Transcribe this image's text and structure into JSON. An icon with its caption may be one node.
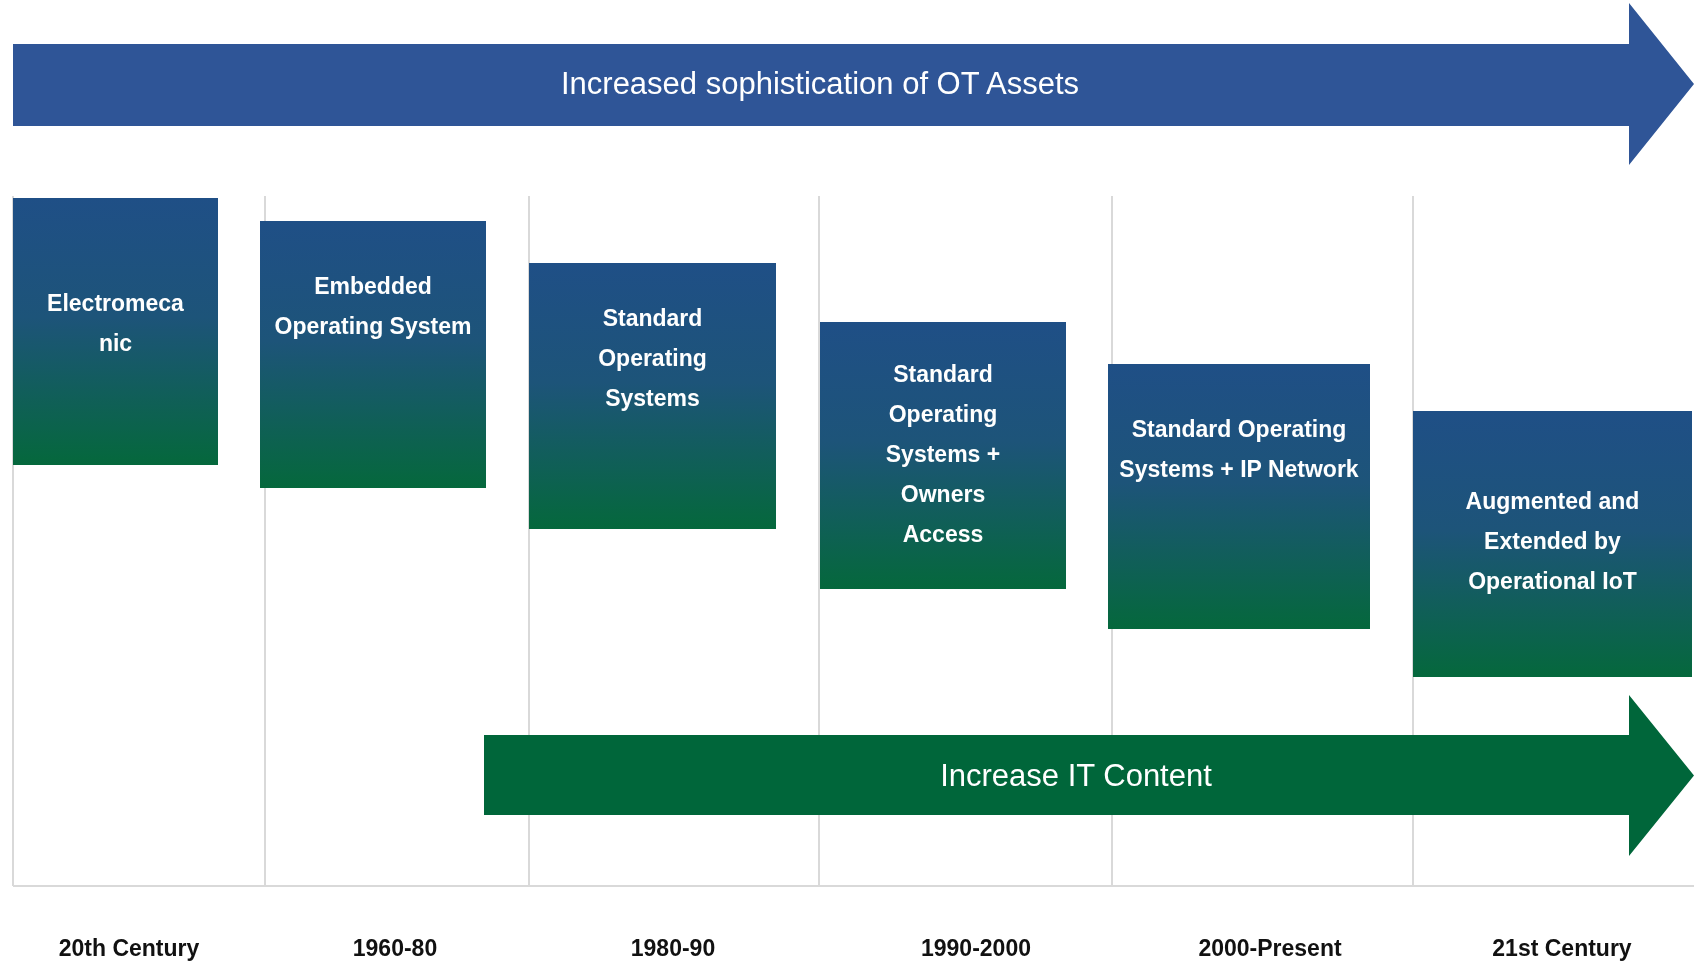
{
  "diagram": {
    "nodes": [
      {
        "text": [
          "Increased sophistication of OT Assets"
        ]
      },
      {
        "text": [
          "Electromeca nic"
        ]
      },
      {
        "text": [
          "Embedded Operating System"
        ]
      },
      {
        "text": [
          "Standard Operating Systems"
        ]
      },
      {
        "text": [
          "Standard Operating Systems + Owners Access"
        ]
      },
      {
        "text": [
          "Standard Operating Systems + IP Network"
        ]
      },
      {
        "text": [
          "Augmented and Extended by Operational IoT"
        ]
      },
      {
        "text": [
          "Increase IT Content"
        ]
      }
    ],
    "labels": [
      "20th Century",
      "1960-80",
      "1980-90",
      "1990-2000",
      "2000-Present",
      "21st Century"
    ]
  }
}
